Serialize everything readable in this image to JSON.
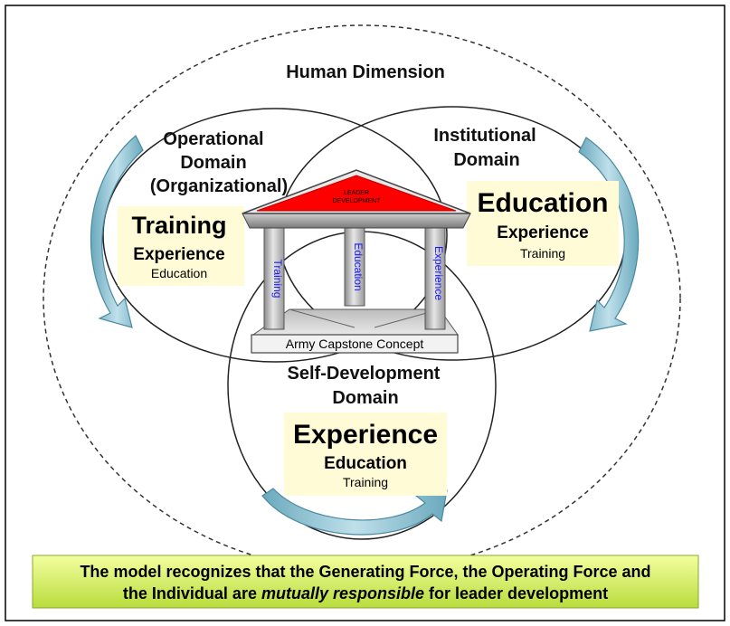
{
  "human_dimension": "Human Dimension",
  "operational": {
    "title_lines": [
      "Operational",
      "Domain",
      "(Organizational)"
    ],
    "primary": "Training",
    "secondary": "Experience",
    "tertiary": "Education"
  },
  "institutional": {
    "title_lines": [
      "Institutional",
      "Domain"
    ],
    "primary": "Education",
    "secondary": "Experience",
    "tertiary": "Training"
  },
  "self_development": {
    "title_lines": [
      "Self-Development",
      "Domain"
    ],
    "primary": "Experience",
    "secondary": "Education",
    "tertiary": "Training"
  },
  "temple": {
    "roof_lines": [
      "LEADER",
      "DEVELOPMENT"
    ],
    "pillars": [
      "Training",
      "Education",
      "Experience"
    ],
    "base": "Army Capstone Concept"
  },
  "footer": {
    "line1": "The model recognizes that the Generating Force, the Operating Force and",
    "line2_pre": "the Individual are ",
    "line2_em": "mutually responsible",
    "line2_post": " for leader development"
  },
  "colors": {
    "label_box": "#fffbd6",
    "roof": "#ff0000",
    "footer_top": "#f4ffa0",
    "footer_bottom": "#b8dc3c",
    "arrow": "#8fc3d2",
    "pillar_text": "#1a1aff"
  }
}
